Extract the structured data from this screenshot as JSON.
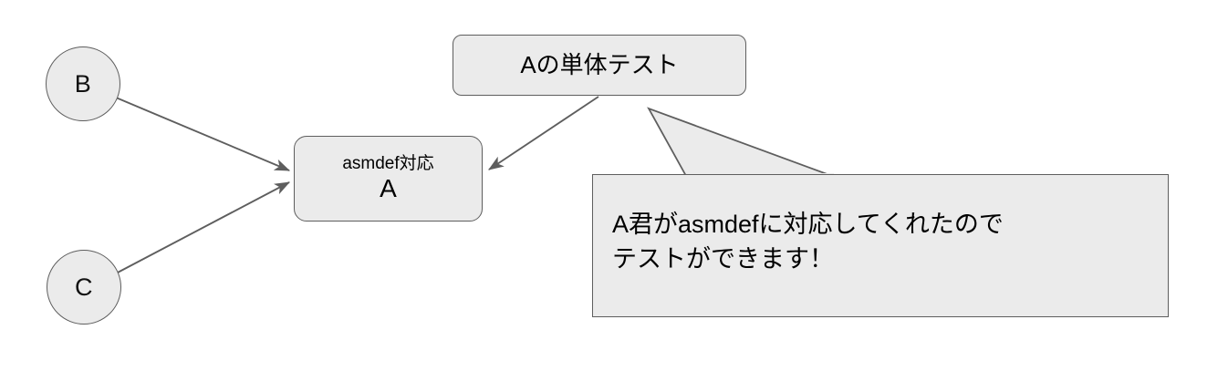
{
  "diagram": {
    "title": "asmdef unit test dependency diagram",
    "background_color": "#ffffff",
    "shape_fill": "#ebebeb",
    "stroke_color": "#5e5e5e",
    "text_color": "#000000",
    "nodes": {
      "b": {
        "label": "B"
      },
      "c": {
        "label": "C"
      },
      "a": {
        "sub_label": "asmdef対応",
        "label": "A"
      },
      "test_box": {
        "label": "Aの単体テスト"
      }
    },
    "speech_bubble": {
      "text": "A君がasmdefに対応してくれたので\nテストができます！"
    },
    "edges": [
      {
        "from": "B",
        "to": "A"
      },
      {
        "from": "C",
        "to": "A"
      },
      {
        "from": "Aの単体テスト",
        "to": "A"
      }
    ]
  }
}
